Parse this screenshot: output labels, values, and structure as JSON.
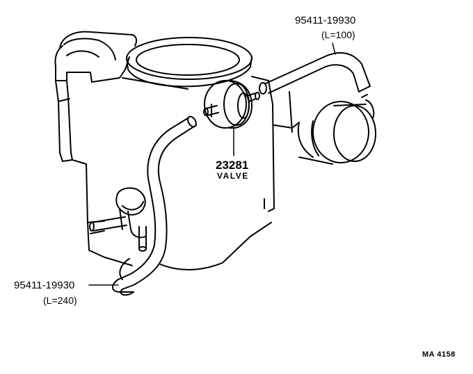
{
  "labels": {
    "hose_top_part": "95411-19930",
    "hose_top_length": "(L=100)",
    "valve_part": "23281",
    "valve_name": "VALVE",
    "hose_bottom_part": "95411-19930",
    "hose_bottom_length": "(L=240)",
    "figure_code": "MA 4158"
  },
  "colors": {
    "ink": "#000000",
    "paper": "#ffffff"
  }
}
